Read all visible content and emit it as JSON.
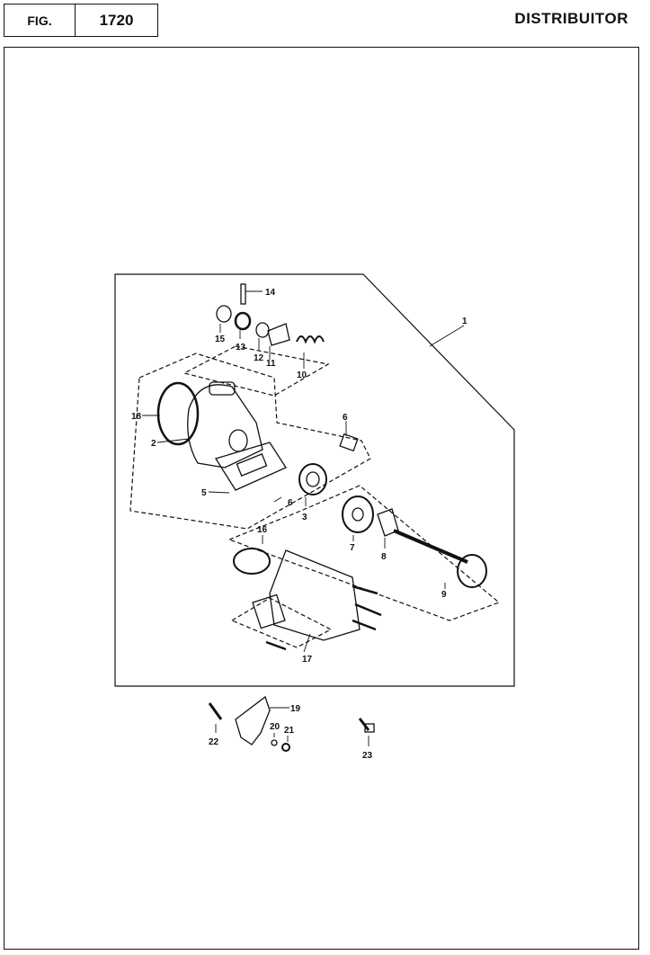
{
  "header": {
    "fig_label": "FIG.",
    "fig_number": "1720",
    "title": "DISTRIBUITOR"
  },
  "callouts": {
    "c1": "1",
    "c2": "2",
    "c3": "3",
    "c5": "5",
    "c6a": "6",
    "c6b": "6",
    "c7": "7",
    "c8": "8",
    "c9": "9",
    "c10": "10",
    "c11": "11",
    "c12": "12",
    "c13": "13",
    "c14": "14",
    "c15": "15",
    "c16": "16",
    "c17": "17",
    "c18": "18",
    "c19": "19",
    "c20": "20",
    "c21": "21",
    "c22": "22",
    "c23": "23"
  }
}
